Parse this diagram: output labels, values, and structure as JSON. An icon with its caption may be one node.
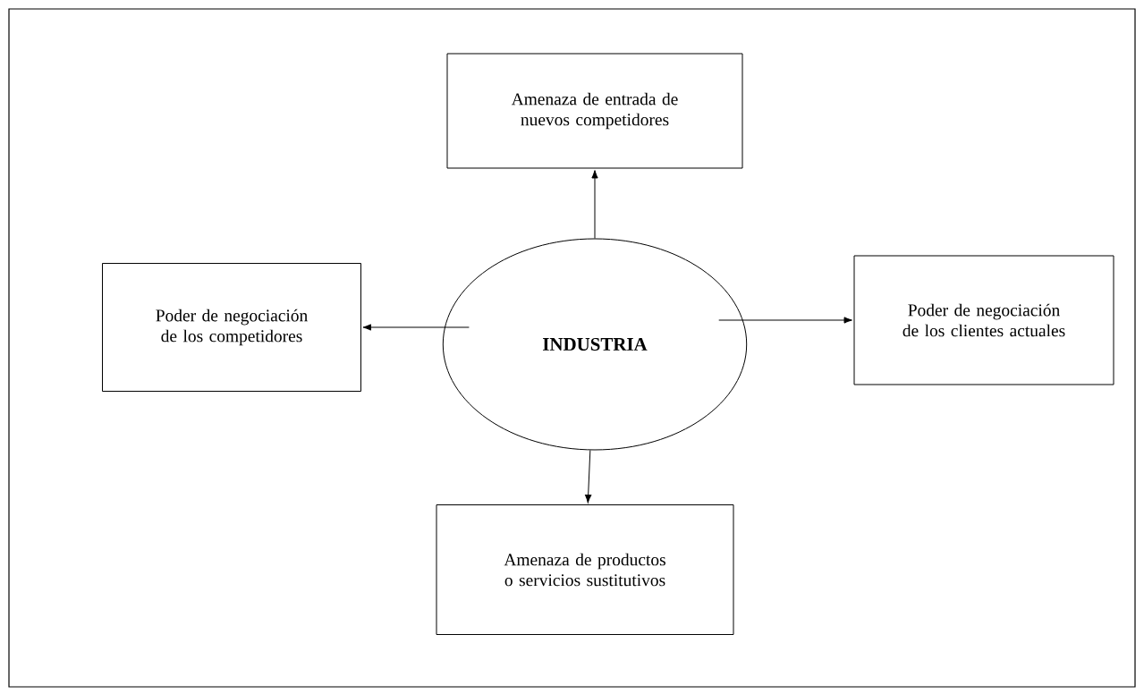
{
  "diagram": {
    "nodes": [
      {
        "text": [
          "INDUSTRIA"
        ]
      },
      {
        "text": [
          "Amenaza de entrada de nuevos competidores"
        ]
      },
      {
        "text": [
          "Poder de negociación de los competidores"
        ]
      },
      {
        "text": [
          "Poder de negociación de los clientes actuales"
        ]
      },
      {
        "text": [
          "Amenaza de productos o servicios sustitutivos"
        ]
      }
    ],
    "edges": [
      {
        "from": 0,
        "to": 1,
        "arrow": "to"
      },
      {
        "from": 0,
        "to": 2,
        "arrow": "to"
      },
      {
        "from": 0,
        "to": 3,
        "arrow": "to"
      },
      {
        "from": 0,
        "to": 4,
        "arrow": "to"
      }
    ]
  }
}
